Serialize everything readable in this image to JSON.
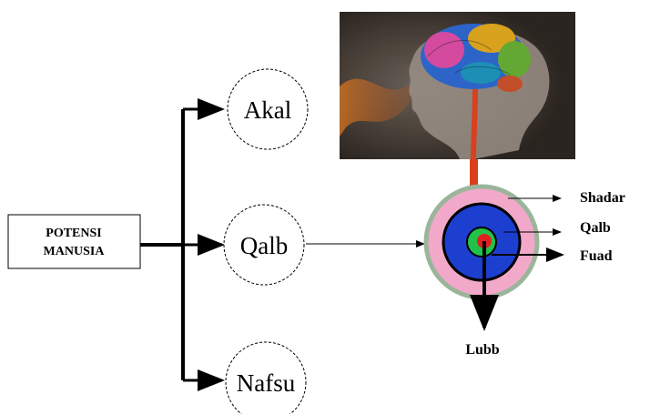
{
  "root": {
    "label_line1": "POTENSI",
    "label_line2": "MANUSIA"
  },
  "branches": [
    {
      "label": "Akal"
    },
    {
      "label": "Qalb"
    },
    {
      "label": "Nafsu"
    }
  ],
  "heart_layers": [
    {
      "label": "Shadar"
    },
    {
      "label": "Qalb"
    },
    {
      "label": "Fuad"
    },
    {
      "label": "Lubb"
    }
  ],
  "colors": {
    "outer_ring": "#f2a8c9",
    "outer_border": "#9bb59b",
    "middle_ring": "#1c3fd0",
    "inner_ring": "#22c24a",
    "core": "#e0201e",
    "stem": "#d8401e"
  },
  "image": {
    "subject": "head-with-brain-illustration"
  }
}
